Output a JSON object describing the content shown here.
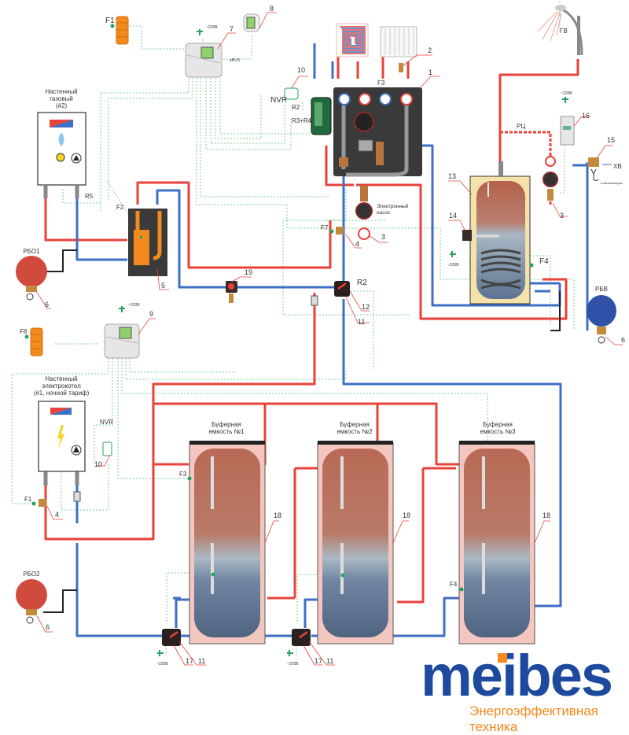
{
  "labels": {
    "F1_top": "F1",
    "F1_bottom": "F1",
    "F2": "F2",
    "F3_top": "F3",
    "F3_buffer": "F3",
    "F4_dhw": "F4",
    "F4_buffer": "F4",
    "F7": "F7",
    "F8": "F8",
    "NVR_top": "NVR",
    "NVR_bottom": "NVR",
    "R2_top": "R2",
    "R2_mid": "R2",
    "R3R4": "R3+R4",
    "R5": "R5",
    "eBUS": "eBUS",
    "power_220": "~220B",
    "hot_water": "ГВ",
    "cold_water": "ХВ",
    "recirculation": "РЦ",
    "to_sewer": "в канализацию",
    "exp_tank_1": "РБО1",
    "exp_tank_2": "РБО2",
    "exp_tank_dhw": "РБВ",
    "electronic_pump_line1": "Электронный",
    "electronic_pump_line2": "насос"
  },
  "boilers": {
    "gas": {
      "line1": "Настенный",
      "line2": "газовый",
      "line3": "(#2)"
    },
    "electric": {
      "line1": "Настенный",
      "line2": "электрокотел",
      "line3": "(#1, ночной тариф)"
    }
  },
  "buffers": [
    {
      "line1": "Буферная",
      "line2": "емкость №1",
      "callout": "18"
    },
    {
      "line1": "Буферная",
      "line2": "емкость №2",
      "callout": "18"
    },
    {
      "line1": "Буферная",
      "line2": "емкость №3",
      "callout": "18"
    }
  ],
  "callouts": {
    "c1": "1",
    "c2": "2",
    "c3a": "3",
    "c3b": "3",
    "c4a": "4",
    "c4b": "4",
    "c5": "5",
    "c6a": "6",
    "c6b": "6",
    "c6c": "6",
    "c7": "7",
    "c8": "8",
    "c9": "9",
    "c10a": "10",
    "c10b": "10",
    "c11a": "11",
    "c11b": "11",
    "c11c": "11",
    "c12": "12",
    "c13": "13",
    "c14": "14",
    "c15": "15",
    "c16": "16",
    "c17a": "17",
    "c17b": "17",
    "c19": "19"
  },
  "brand": {
    "name": "meibes",
    "tagline": "Энергоэффективная техника"
  },
  "colors": {
    "hot": "#e8423a",
    "cold": "#3d6fc4",
    "signal": "#7fcf9a",
    "brand": "#1d4a9e",
    "accent": "#f28a1e"
  }
}
